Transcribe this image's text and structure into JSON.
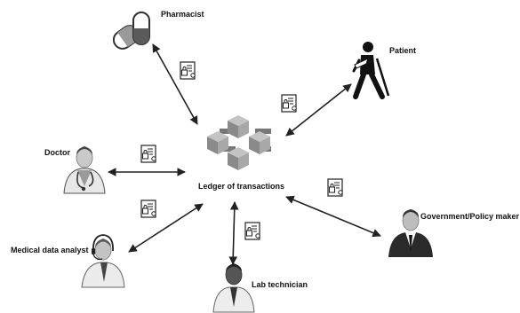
{
  "center": {
    "label": "Ledger of transactions"
  },
  "actors": {
    "pharmacist": {
      "label": "Pharmacist",
      "icon": "pills-icon"
    },
    "patient": {
      "label": "Patient",
      "icon": "patient-with-crutch-icon"
    },
    "doctor": {
      "label": "Doctor",
      "icon": "doctor-icon"
    },
    "analyst": {
      "label": "Medical data analyst",
      "icon": "analyst-headset-icon"
    },
    "lab": {
      "label": "Lab technician",
      "icon": "lab-technician-icon"
    },
    "government": {
      "label": "Government/Policy maker",
      "icon": "businessman-icon"
    }
  },
  "colors": {
    "ink": "#111111",
    "cube_light": "#b4b4b4",
    "cube_mid": "#8f8f8f",
    "cube_dark": "#6a6a6a"
  }
}
